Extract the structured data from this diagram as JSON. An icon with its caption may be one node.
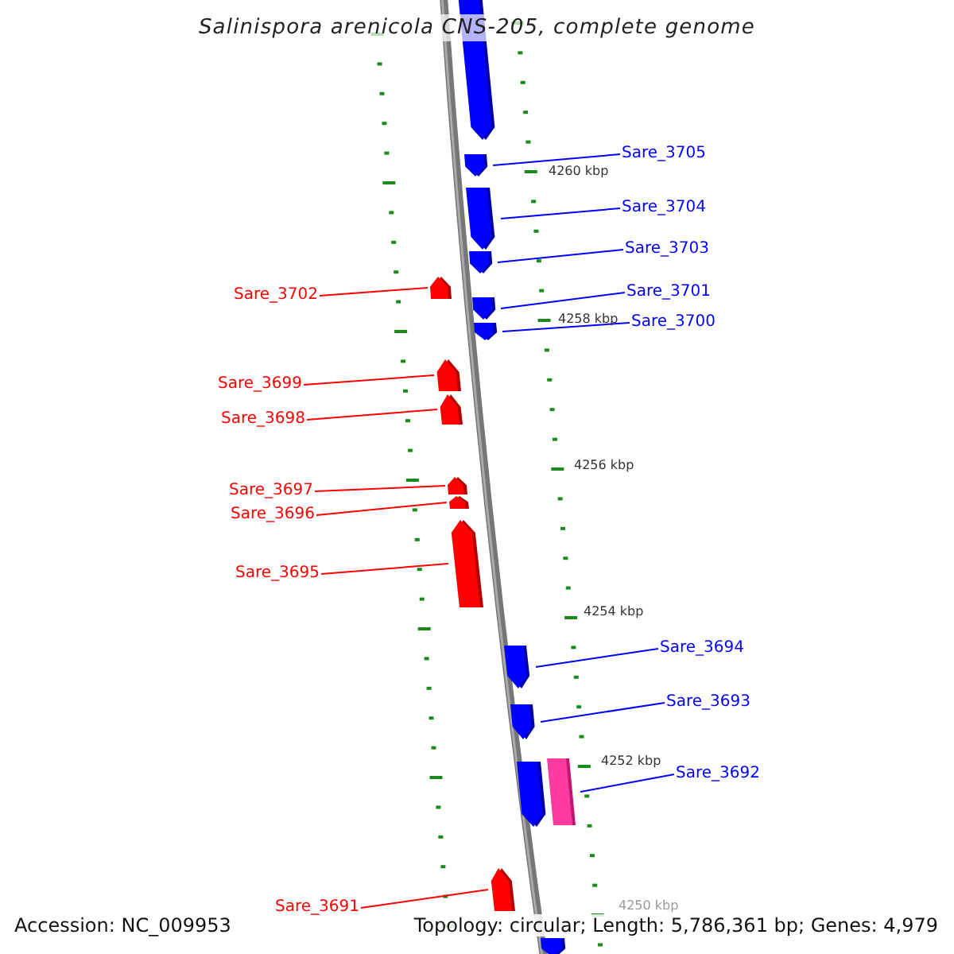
{
  "diagram": {
    "title": "Salinispora arenicola CNS-205, complete genome",
    "nodes": [
      {
        "text": [
          "Sare_3705"
        ]
      },
      {
        "text": [
          "Sare_3704"
        ]
      },
      {
        "text": [
          "Sare_3703"
        ]
      },
      {
        "text": [
          "Sare_3702"
        ]
      },
      {
        "text": [
          "Sare_3701"
        ]
      },
      {
        "text": [
          "Sare_3700"
        ]
      },
      {
        "text": [
          "Sare_3699"
        ]
      },
      {
        "text": [
          "Sare_3698"
        ]
      },
      {
        "text": [
          "Sare_3697"
        ]
      },
      {
        "text": [
          "Sare_3696"
        ]
      },
      {
        "text": [
          "Sare_3695"
        ]
      },
      {
        "text": [
          "Sare_3694"
        ]
      },
      {
        "text": [
          "Sare_3693"
        ]
      },
      {
        "text": [
          "Sare_3692"
        ]
      },
      {
        "text": [
          "Sare_3691"
        ]
      },
      {
        "text": [],
        "shape": "pentagon"
      },
      {
        "text": [],
        "shape": "pentagon"
      },
      {
        "text": [],
        "shape": "pentagon"
      },
      {
        "text": [],
        "shape": "pentagon"
      },
      {
        "text": [],
        "shape": "pentagon"
      },
      {
        "text": [],
        "shape": "pentagon"
      },
      {
        "text": [],
        "shape": "pentagon"
      },
      {
        "text": [],
        "shape": "pentagon"
      },
      {
        "text": [],
        "shape": "pentagon"
      },
      {
        "text": [],
        "shape": "pentagon"
      },
      {
        "text": [],
        "shape": "pentagon"
      },
      {
        "text": [],
        "shape": "pentagon"
      },
      {
        "text": [],
        "shape": "pentagon"
      },
      {
        "text": [],
        "shape": "pentagon"
      },
      {
        "text": [],
        "shape": "pentagon"
      },
      {
        "text": [],
        "shape": "bar"
      },
      {
        "text": [],
        "shape": "pentagon"
      },
      {
        "text": [],
        "shape": "pentagon"
      }
    ],
    "edges": [
      {
        "from": 0,
        "to": 16,
        "arrow": "none"
      },
      {
        "from": 1,
        "to": 17,
        "arrow": "none"
      },
      {
        "from": 2,
        "to": 18,
        "arrow": "none"
      },
      {
        "from": 3,
        "to": 19,
        "arrow": "none",
        "color": "#ff0000"
      },
      {
        "from": 4,
        "to": 20,
        "arrow": "none"
      },
      {
        "from": 5,
        "to": 21,
        "arrow": "none"
      },
      {
        "from": 6,
        "to": 22,
        "arrow": "none",
        "color": "#ff0000"
      },
      {
        "from": 7,
        "to": 23,
        "arrow": "none",
        "color": "#ff0000"
      },
      {
        "from": 8,
        "to": 24,
        "arrow": "none",
        "color": "#ff0000"
      },
      {
        "from": 9,
        "to": 25,
        "arrow": "none",
        "color": "#ff0000"
      },
      {
        "from": 10,
        "to": 26,
        "arrow": "none",
        "color": "#ff0000"
      },
      {
        "from": 11,
        "to": 27,
        "arrow": "none"
      },
      {
        "from": 12,
        "to": 28,
        "arrow": "none"
      },
      {
        "from": 13,
        "to": 30,
        "arrow": "none"
      },
      {
        "from": 14,
        "to": 31,
        "arrow": "none",
        "color": "#ff0000"
      }
    ],
    "labels": [
      "4260 kbp",
      "4258 kbp",
      "4256 kbp",
      "4254 kbp",
      "4252 kbp",
      "4250 kbp",
      "Accession: NC_009953",
      "Topology: circular; Length: 5,786,361 bp; Genes: 4,979"
    ]
  }
}
